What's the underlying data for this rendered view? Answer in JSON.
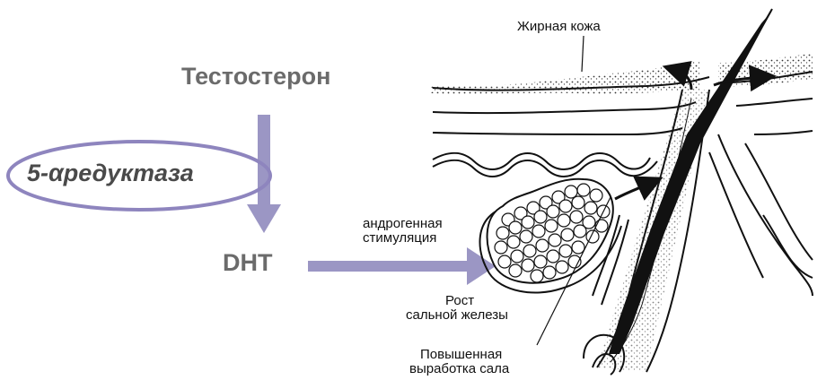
{
  "flow": {
    "testosterone": "Тестостерон",
    "enzyme": "5-αредуктаза",
    "dht": "DHT",
    "stimulation_line1": "андрогенная",
    "stimulation_line2": "стимуляция"
  },
  "skin_diagram": {
    "oily_skin": "Жирная кожа",
    "gland_growth_line1": "Рост",
    "gland_growth_line2": "сальной железы",
    "sebum_line1": "Повышенная",
    "sebum_line2": "выработка сала"
  },
  "colors": {
    "arrow": "#9b96c4",
    "ellipse_stroke": "#8e85be",
    "title_text": "#6b6b6b"
  }
}
